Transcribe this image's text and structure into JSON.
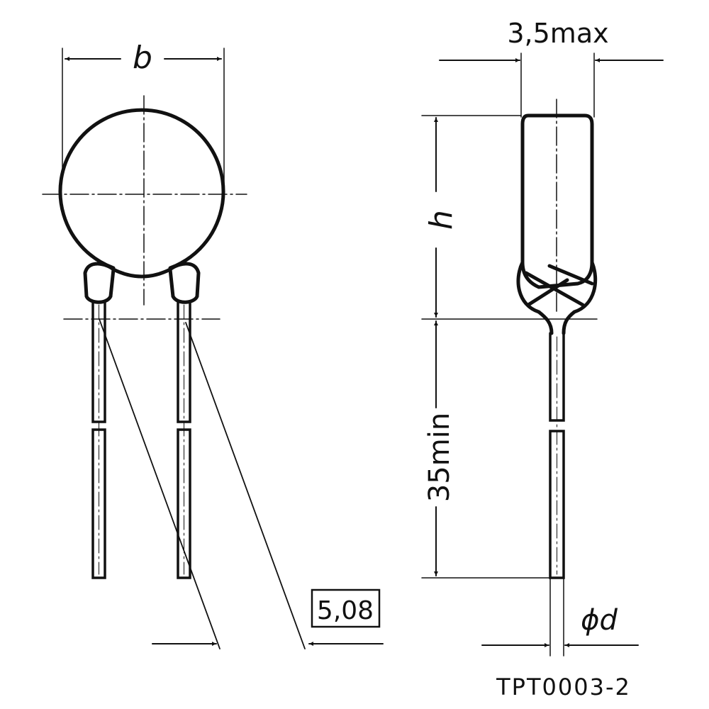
{
  "labels": {
    "width": "b",
    "thickness": "3,5max",
    "height": "h",
    "lead_length": "35min",
    "lead_spacing": "5,08",
    "lead_diameter": "ϕd",
    "drawing_id": "TPT0003-2"
  },
  "colors": {
    "line": "#111111",
    "background": "#ffffff"
  }
}
